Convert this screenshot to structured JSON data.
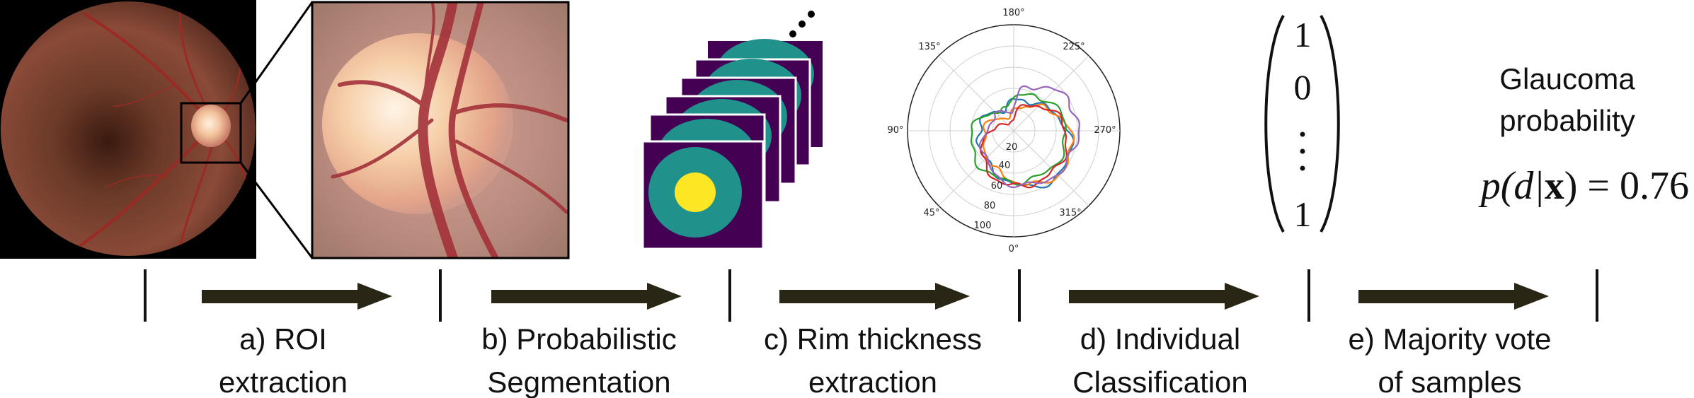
{
  "pipeline": {
    "steps": [
      {
        "id": "a",
        "line1": "a) ROI",
        "line2": "extraction"
      },
      {
        "id": "b",
        "line1": "b) Probabilistic",
        "line2": "Segmentation"
      },
      {
        "id": "c",
        "line1": "c) Rim thickness",
        "line2": "extraction"
      },
      {
        "id": "d",
        "line1": "d) Individual",
        "line2": "Classification"
      },
      {
        "id": "e",
        "line1": "e) Majority vote",
        "line2": "of samples"
      }
    ],
    "colors": {
      "arrow": "#2a2616",
      "tick": "#111111",
      "segmentation_bg": "#440154",
      "segmentation_rim": "#21918c",
      "segmentation_cup": "#fde725"
    }
  },
  "polar": {
    "angle_labels": [
      "180°",
      "225°",
      "270°",
      "315°",
      "0°",
      "45°",
      "90°",
      "135°"
    ],
    "radial_labels": [
      "20",
      "40",
      "60",
      "80",
      "100"
    ],
    "series_colors": [
      "#1f77b4",
      "#ff7f0e",
      "#2ca02c",
      "#d62728",
      "#9467bd"
    ]
  },
  "vector": {
    "entries": [
      "1",
      "0",
      "1"
    ]
  },
  "result": {
    "line1": "Glaucoma",
    "line2": "probability",
    "formula_left": "p(d|",
    "formula_bold": "x",
    "formula_right": ") = 0.76"
  }
}
